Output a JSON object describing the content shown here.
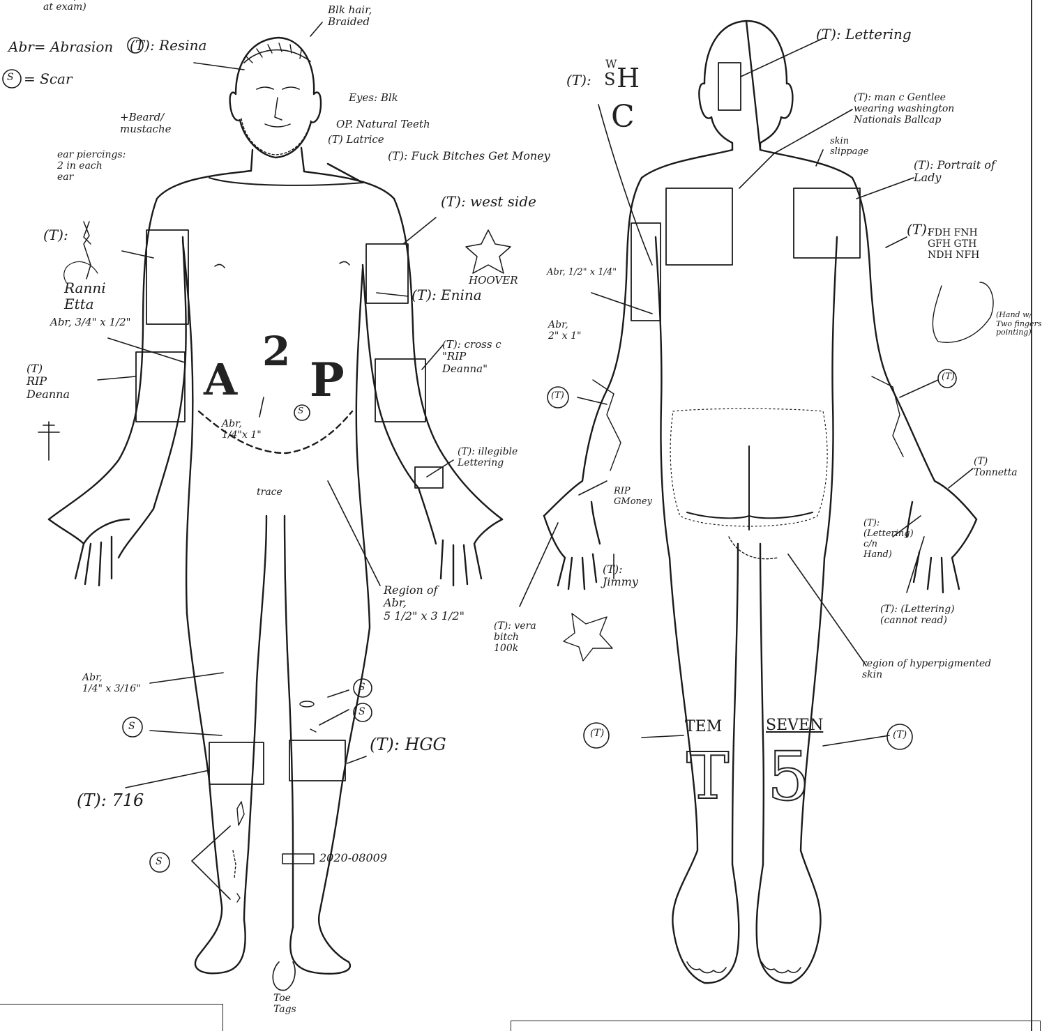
{
  "legend": {
    "header": "descriptions\nat exam)",
    "abr": "Abr= Abrasion",
    "scar": "= Scar",
    "scar_symbol": "S"
  },
  "front": {
    "resina": "(T): Resina",
    "hair": "Blk hair,\nBraided",
    "eyes": "Eyes: Blk",
    "beard": "+Beard/\nmustache",
    "teeth": "OP. Natural Teeth",
    "latrice": "(T) Latrice",
    "fuck_bitches": "(T): Fuck Bitches Get Money",
    "ear_piercings": "ear piercings:\n2 in each\near",
    "left_arm_tattoo": "(T):",
    "ranni": "Ranni\nEtta",
    "west_side": "(T): west side",
    "hoover": "HOOVER",
    "enina": "(T): Enina",
    "abr_upper_arm": "Abr, 3/4\" x 1/2\"",
    "rip_deanna_left": "(T)\nRIP\nDeanna",
    "cross_rip": "(T): cross c\n\"RIP\nDeanna\"",
    "a2p_a": "A",
    "a2p_2": "2",
    "a2p_p": "P",
    "abr_abdomen": "Abr,\n1/4\"x 1\"",
    "illegible": "(T): illegible\nLettering",
    "trace": "trace",
    "region_abr": "Region of\nAbr,\n5 1/2\" x 3 1/2\"",
    "abr_thigh": "Abr,\n1/4\" x 3/16\"",
    "hgg": "(T): HGG",
    "t716": "(T): 716",
    "case_no": "2020-08009",
    "toe_tags": "Toe\nTags"
  },
  "back": {
    "whsc_prefix": "(T):",
    "whsc_w": "W",
    "whsc_s": "S",
    "whsc_h": "H",
    "whsc_c": "C",
    "lettering_head": "(T): Lettering",
    "man_cap": "(T): man c Gentlee\nwearing washington\nNationals Ballcap",
    "skin_slippage": "skin\nslippage",
    "portrait": "(T): Portrait of\nLady",
    "fdh_prefix": "(T):",
    "fdh": "FDH   FNH\nGFH   GTH\nNDH   NFH",
    "hand_note": "(Hand w/\nTwo fingers\npointing)",
    "abr_elbow": "Abr, 1/2\" x 1/4\"",
    "abr_forearm": "Abr,\n2\" x 1\"",
    "t_forearm": "(T)",
    "rip_gmoney": "RIP\nGMoney",
    "jimmy": "(T):\nJimmy",
    "vera": "(T): vera\nbitch\n100k",
    "t_right_forearm": "(T)",
    "tonnetta": "(T)\nTonnetta",
    "lettering_hand": "(T):\n(Lettering)\nc/n\nHand)",
    "lettering_cannot": "(T): (Lettering)\n(cannot read)",
    "hyperpig": "region of hyperpigmented\nskin",
    "t_left_calf": "(T)",
    "t_right_calf": "(T)",
    "tem": "TEM",
    "seven": "SEVEN",
    "big_t": "T",
    "big_5": "5"
  }
}
